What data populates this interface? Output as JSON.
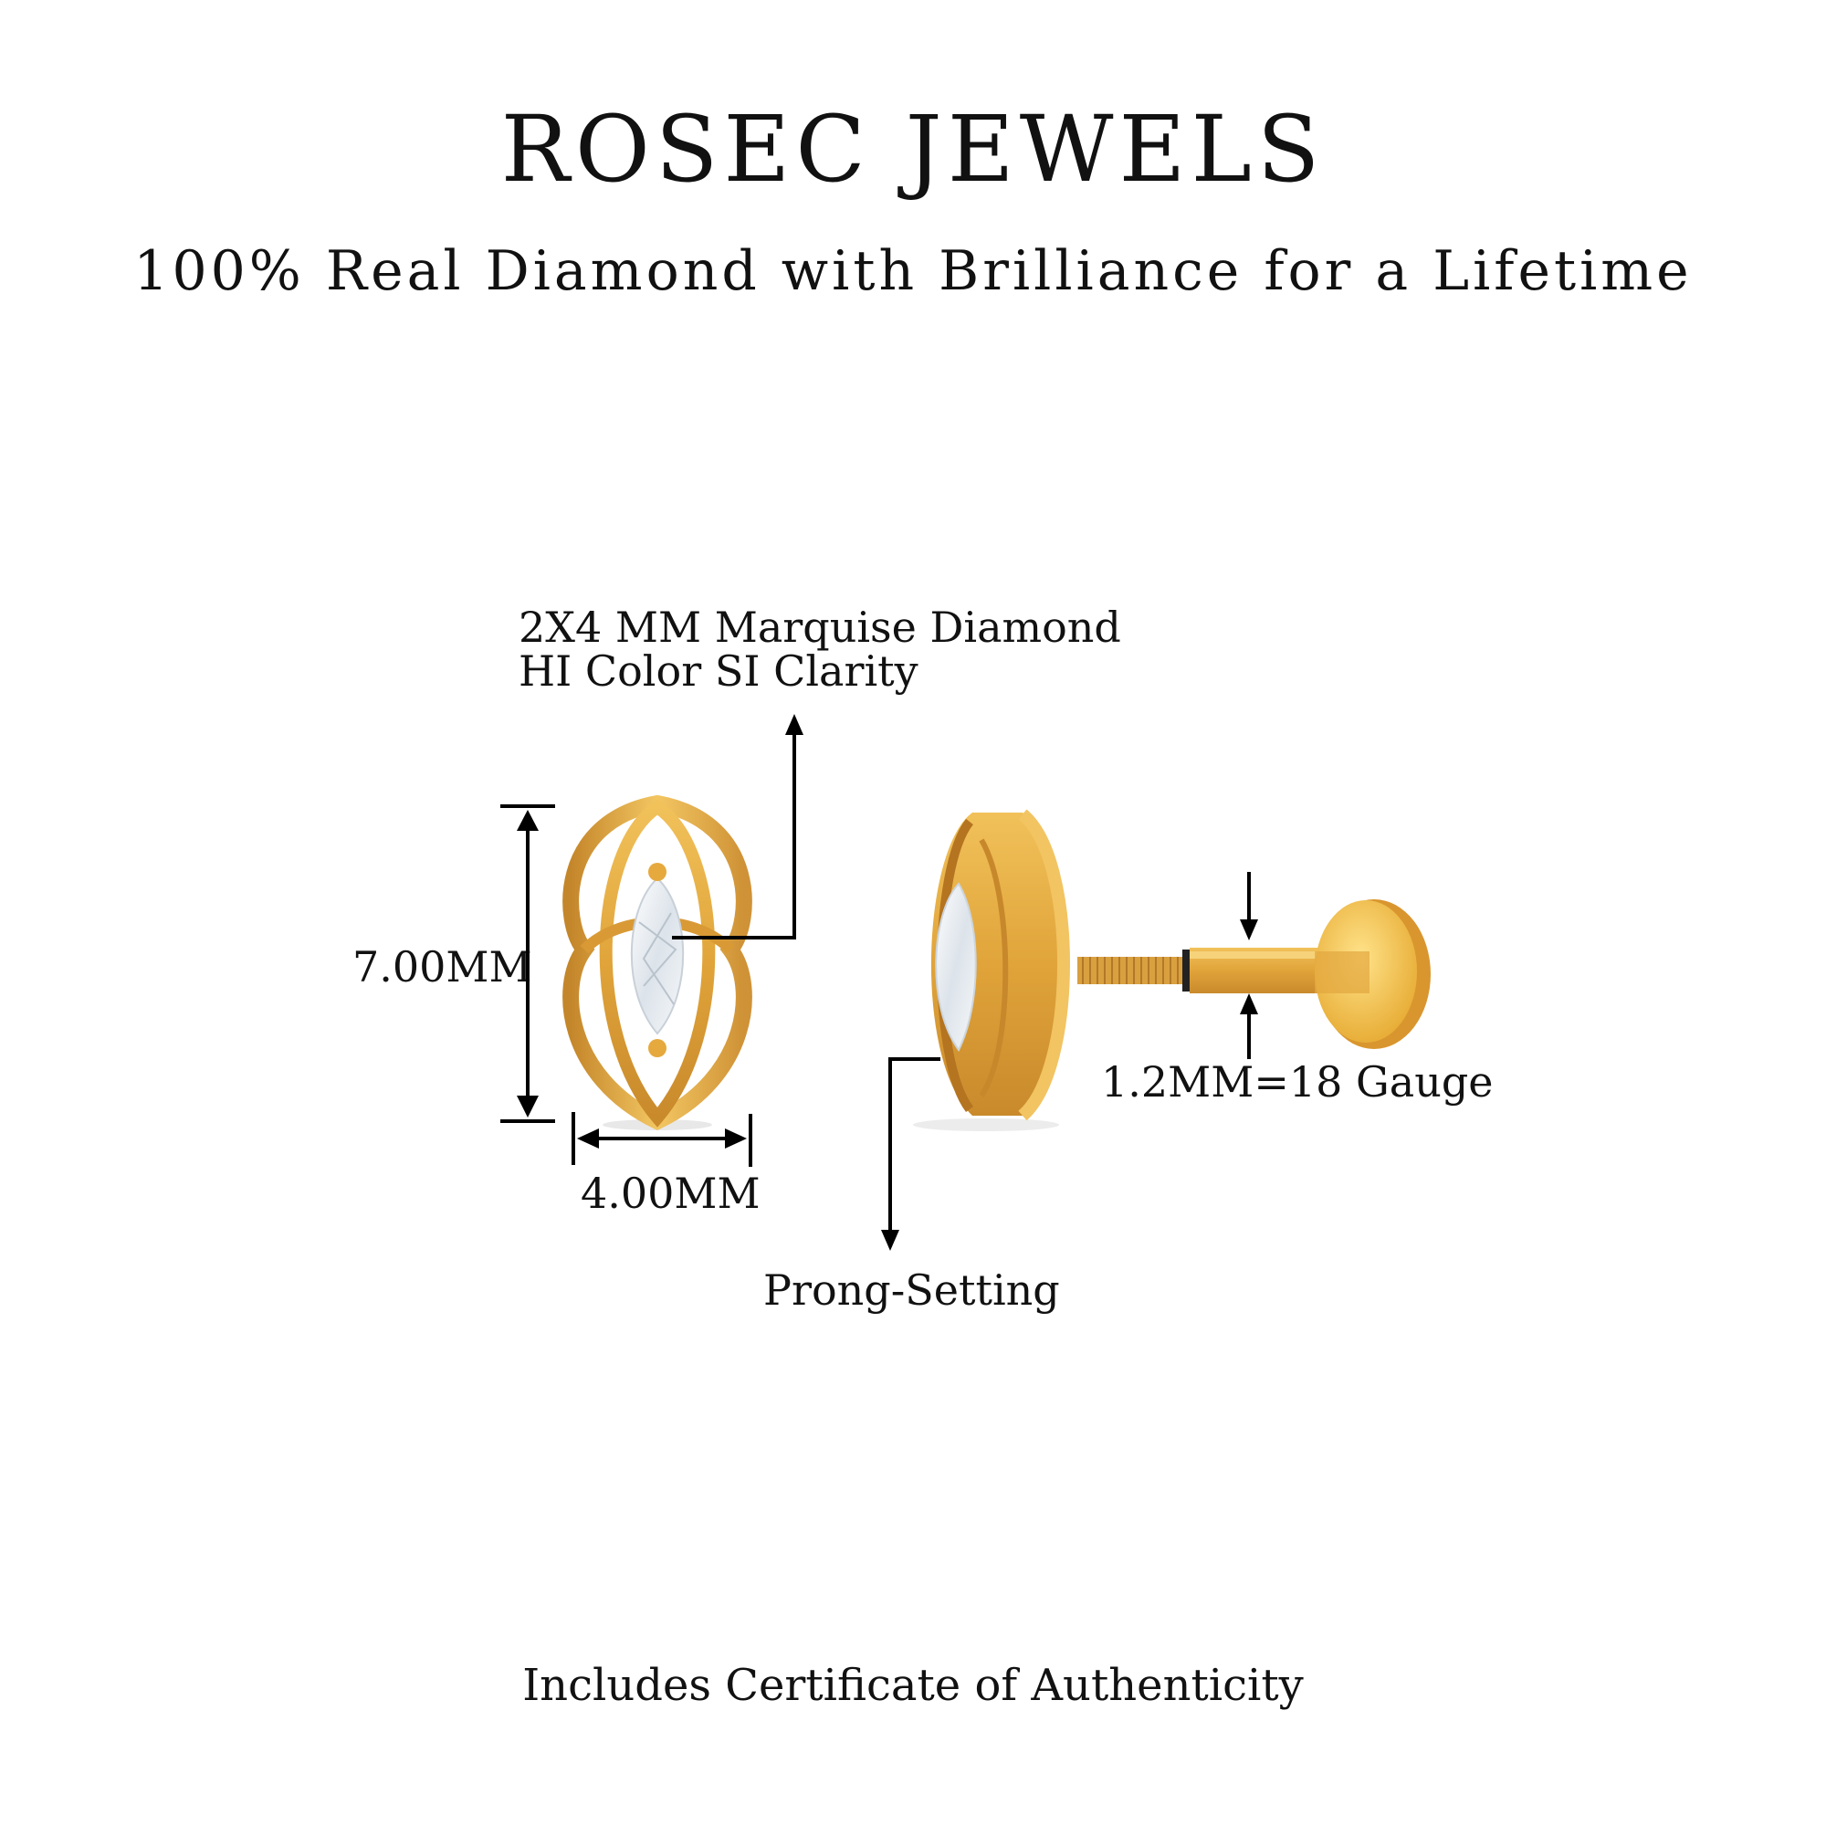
{
  "header": {
    "brand": "ROSEC JEWELS",
    "tagline": "100% Real Diamond with Brilliance for a Lifetime"
  },
  "annotations": {
    "diamond_line1": "2X4 MM Marquise Diamond",
    "diamond_line2": "HI Color SI Clarity",
    "height": "7.00MM",
    "width": "4.00MM",
    "setting": "Prong-Setting",
    "gauge": "1.2MM=18 Gauge"
  },
  "footer": {
    "note": "Includes Certificate of Authenticity"
  },
  "colors": {
    "gold": "#E3A83A",
    "gold_dark": "#B97A1E",
    "gold_light": "#F6CF6E",
    "diamond": "#EEF2F6",
    "text": "#111111"
  }
}
